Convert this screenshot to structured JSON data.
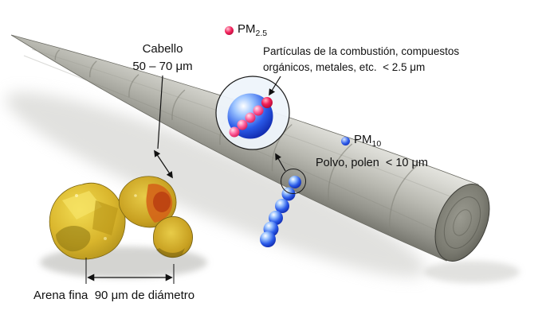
{
  "diagram": {
    "hair": {
      "label_title": "Cabello",
      "label_size": "50 – 70 μm"
    },
    "pm25": {
      "label": "PM",
      "subscript": "2.5",
      "description": "Partículas de la combustión, compuestos orgánicos, metales, etc.  < 2.5 μm"
    },
    "pm10": {
      "label": "PM",
      "subscript": "10",
      "description": "Polvo, polen  < 10 μm"
    },
    "sand": {
      "caption": "Arena fina  90 μm de diámetro"
    },
    "icons": {
      "pm25_dot": "pm25-dot-icon",
      "pm10_dot": "pm10-dot-icon"
    },
    "colors": {
      "pm25_red": "#e8174a",
      "pm10_blue": "#2b4fe8",
      "hair_gray": "#b9b9b1",
      "sand_gold": "#d9b52c",
      "background": "#ffffff"
    }
  }
}
